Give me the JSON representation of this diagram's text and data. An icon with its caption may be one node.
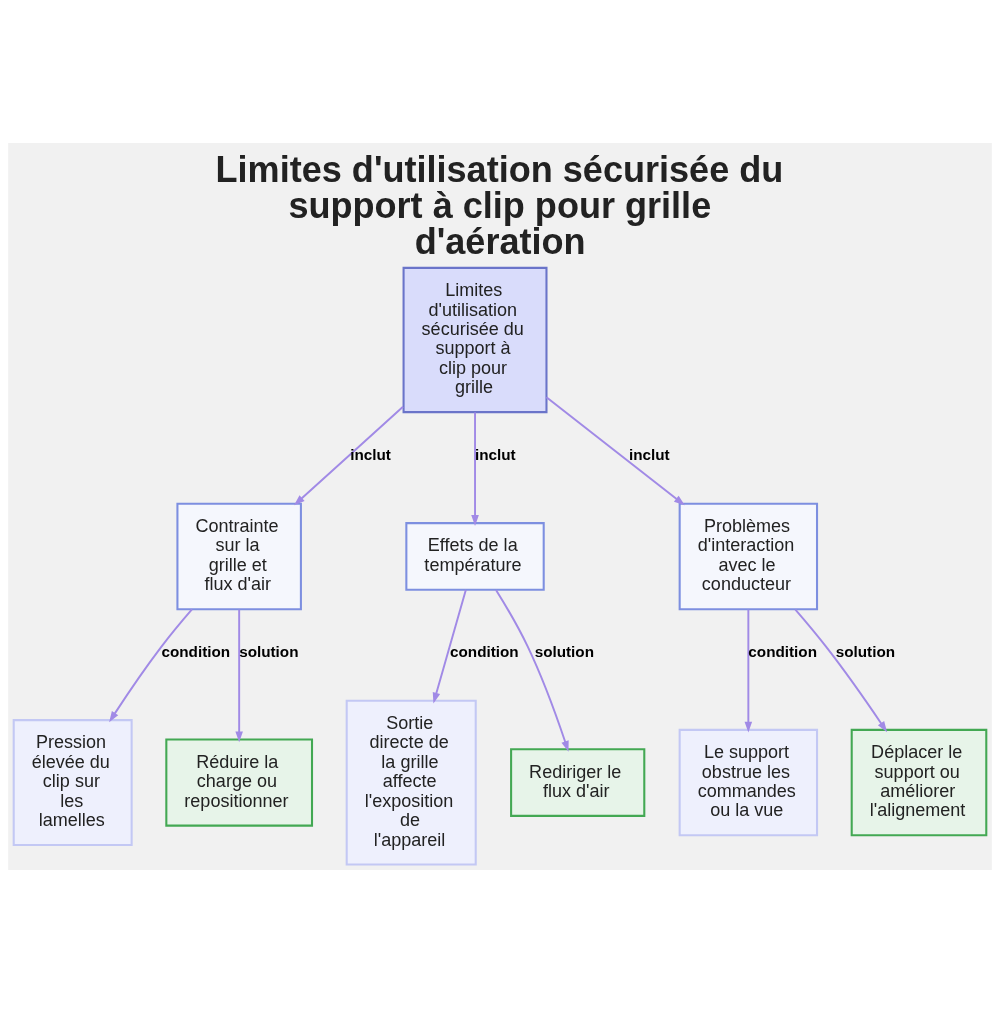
{
  "diagram": {
    "title": "Limites d'utilisation sécurisée du support à clip pour grille d'aération",
    "nodes": [
      {
        "text": [
          "Limites d'utilisation sécurisée du support à clip pour grille"
        ]
      },
      {
        "text": [
          "Contrainte sur la grille et flux d'air"
        ]
      },
      {
        "text": [
          "Effets de la température"
        ]
      },
      {
        "text": [
          "Problèmes d'interaction avec le conducteur"
        ]
      },
      {
        "text": [
          "Pression élevée du clip sur les lamelles"
        ]
      },
      {
        "text": [
          "Réduire la charge ou repositionner"
        ]
      },
      {
        "text": [
          "Sortie directe de la grille affecte l'exposition de l'appareil"
        ]
      },
      {
        "text": [
          "Rediriger le flux d'air"
        ]
      },
      {
        "text": [
          "Le support obstrue les commandes ou la vue"
        ]
      },
      {
        "text": [
          "Déplacer le support ou améliorer l'alignement"
        ]
      }
    ],
    "edges": [
      {
        "from": 0,
        "to": 1,
        "arrow": "to",
        "label": "inclut"
      },
      {
        "from": 0,
        "to": 2,
        "arrow": "to",
        "label": "inclut"
      },
      {
        "from": 0,
        "to": 3,
        "arrow": "to",
        "label": "inclut"
      },
      {
        "from": 1,
        "to": 4,
        "arrow": "to",
        "label": "condition"
      },
      {
        "from": 1,
        "to": 5,
        "arrow": "to",
        "label": "solution"
      },
      {
        "from": 2,
        "to": 6,
        "arrow": "to",
        "label": "condition"
      },
      {
        "from": 2,
        "to": 7,
        "arrow": "to",
        "label": "solution"
      },
      {
        "from": 3,
        "to": 8,
        "arrow": "to",
        "label": "condition"
      },
      {
        "from": 3,
        "to": 9,
        "arrow": "to",
        "label": "solution"
      }
    ]
  }
}
